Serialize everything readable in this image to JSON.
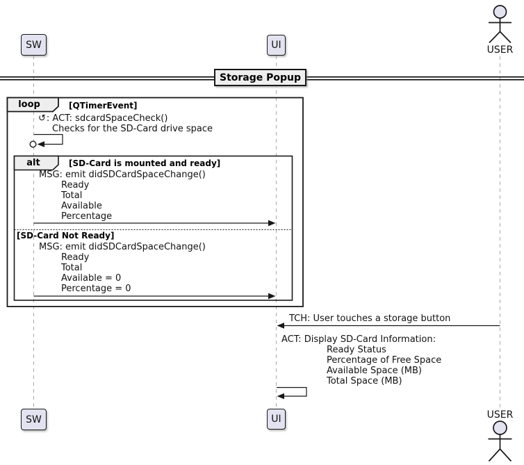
{
  "colors": {
    "participant_fill": "#E2E2F0",
    "frame_label_fill": "#EEEEEE",
    "line": "#181818",
    "lifeline": "#A8A8A8"
  },
  "participants": {
    "sw": "SW",
    "ui": "UI",
    "user": "USER"
  },
  "divider": {
    "title": "Storage Popup"
  },
  "loop_frame": {
    "operator": "loop",
    "guard": "[QTimerEvent]"
  },
  "alt_frame": {
    "operator": "alt",
    "guard_ready": "[SD-Card is mounted and ready]",
    "guard_not_ready": "[SD-Card Not Ready]"
  },
  "messages": {
    "space_check": {
      "icon": "↺",
      "title": ": ACT: sdcardSpaceCheck()",
      "detail": "Checks for the SD-Card drive space"
    },
    "emit_ready": {
      "lines": [
        "MSG: emit didSDCardSpaceChange()",
        "Ready",
        "Total",
        "Available",
        "Percentage"
      ]
    },
    "emit_not_ready": {
      "lines": [
        "MSG: emit didSDCardSpaceChange()",
        "Ready",
        "Total",
        "Available = 0",
        "Percentage = 0"
      ]
    },
    "touch": {
      "text": "TCH: User touches a storage button"
    },
    "display_info": {
      "lines": [
        "ACT: Display SD-Card Information:",
        "Ready Status",
        "Percentage of Free Space",
        "Available Space (MB)",
        "Total Space (MB)"
      ]
    }
  }
}
